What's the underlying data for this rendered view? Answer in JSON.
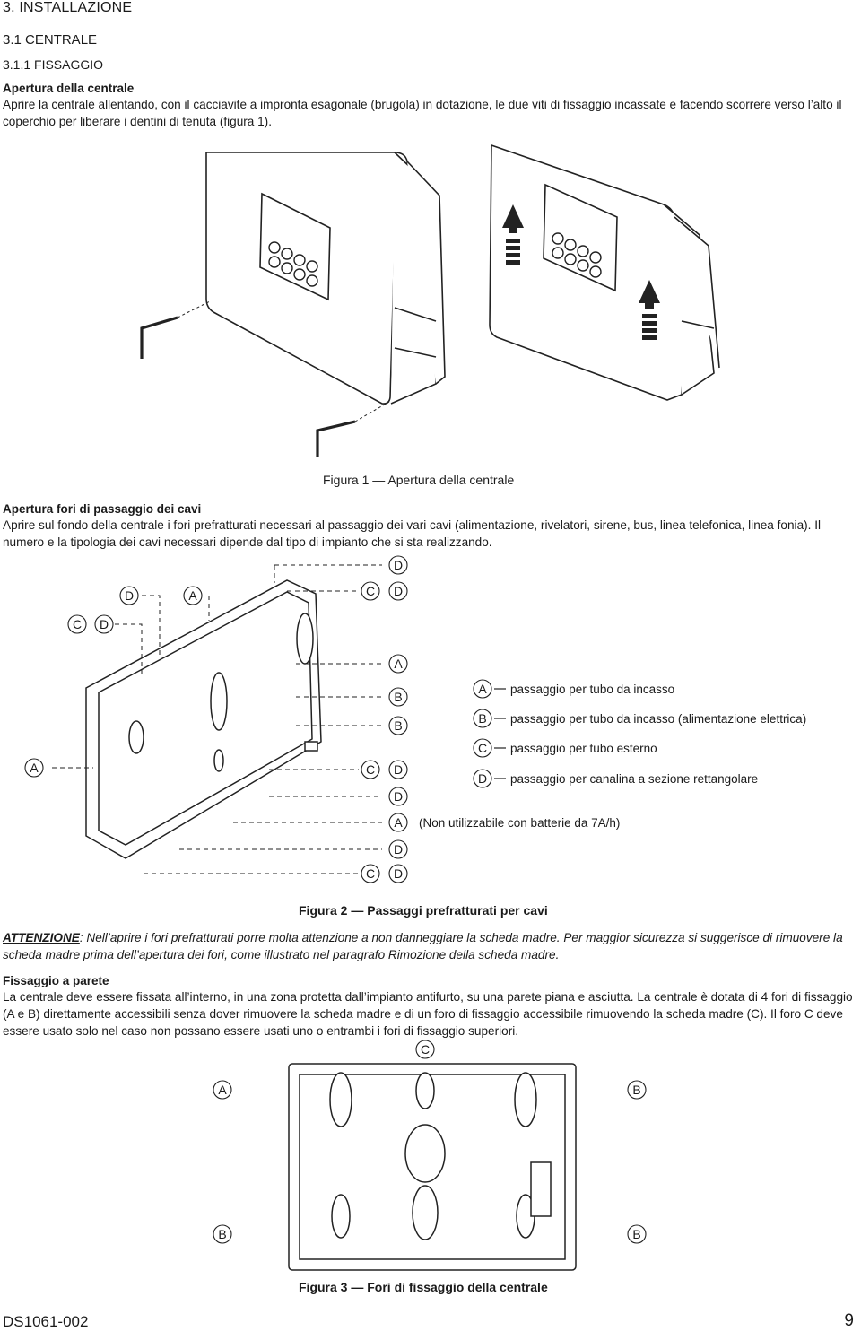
{
  "section": {
    "h1": "3. INSTALLAZIONE",
    "h2": "3.1 CENTRALE",
    "h3": "3.1.1 FISSAGGIO"
  },
  "apertura": {
    "title": "Apertura della centrale",
    "text": "Aprire la centrale allentando, con il cacciavite a impronta esagonale (brugola) in dotazione, le due viti di fissaggio incassate e facendo scorrere verso l’alto il coperchio per liberare i dentini di tenuta (figura 1)."
  },
  "figure1": {
    "caption": "Figura 1 — Apertura della centrale"
  },
  "fori": {
    "title": "Apertura fori di passaggio dei cavi",
    "text": "Aprire sul fondo della centrale i fori prefratturati necessari al passaggio dei vari cavi (alimentazione, rivelatori, sirene, bus, linea telefonica, linea fonia). Il numero e la tipologia dei cavi necessari dipende dal tipo di impianto che si sta realizzando."
  },
  "figure2": {
    "caption": "Figura 2 — Passaggi prefratturati per cavi",
    "labels": {
      "top_d": "D",
      "row1_d": "D",
      "row1_a": "A",
      "row1_c": "C",
      "row1_d2": "D",
      "row2_c": "C",
      "row2_d": "D",
      "left_a": "A",
      "r_a1": "A",
      "r_b1": "B",
      "r_b2": "B",
      "r_c": "C",
      "r_d1": "D",
      "r_d2": "D",
      "r_a2": "A",
      "r_d3": "D",
      "r_c2": "C",
      "r_d4": "D"
    },
    "legend": [
      {
        "key": "A",
        "text": "passaggio per tubo da incasso"
      },
      {
        "key": "B",
        "text": "passaggio per tubo da incasso (alimentazione elettrica)"
      },
      {
        "key": "C",
        "text": "passaggio per tubo esterno"
      },
      {
        "key": "D",
        "text": "passaggio per canalina a sezione rettangolare"
      }
    ],
    "note": "(Non utilizzabile con batterie da 7A/h)"
  },
  "attenzione": {
    "label": "ATTENZIONE",
    "text": ": Nell’aprire i fori prefratturati porre molta attenzione a non danneggiare la scheda madre. Per maggior sicurezza si suggerisce di rimuovere la scheda madre prima dell’apertura dei fori, come illustrato nel paragrafo Rimozione della scheda madre."
  },
  "parete": {
    "title": "Fissaggio a parete",
    "text": "La centrale deve essere fissata all’interno, in una zona protetta dall’impianto antifurto, su una parete piana e asciutta. La centrale è dotata di 4 fori di fissaggio (A e B) direttamente accessibili senza dover rimuovere la scheda madre e di un foro di fissaggio accessibile rimuovendo la scheda madre (C). Il foro C deve essere usato solo nel caso non possano essere usati uno o entrambi i fori di fissaggio superiori."
  },
  "figure3": {
    "caption": "Figura 3 — Fori di fissaggio della centrale",
    "labels": {
      "c": "C",
      "a": "A",
      "b_top": "B",
      "b_left": "B",
      "b_right": "B"
    }
  },
  "footer": {
    "doc": "DS1061-002",
    "page": "9"
  }
}
